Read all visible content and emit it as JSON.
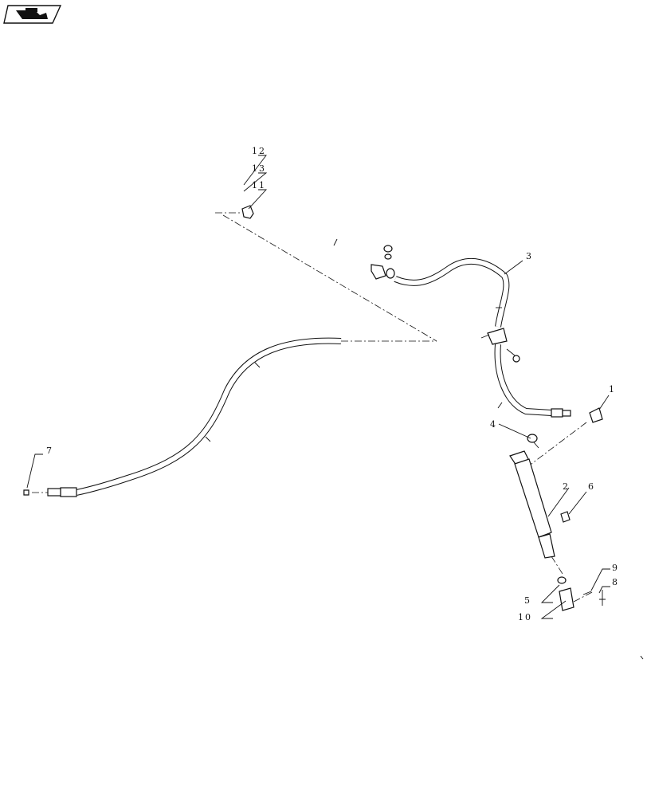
{
  "header": {
    "nav_icon": "next-page-arrow-icon"
  },
  "callouts": [
    {
      "id": "1",
      "label": "1"
    },
    {
      "id": "2",
      "label": "2"
    },
    {
      "id": "3",
      "label": "3"
    },
    {
      "id": "4",
      "label": "4"
    },
    {
      "id": "5",
      "label": "5"
    },
    {
      "id": "6",
      "label": "6"
    },
    {
      "id": "7",
      "label": "7"
    },
    {
      "id": "8",
      "label": "8"
    },
    {
      "id": "9",
      "label": "9"
    },
    {
      "id": "10",
      "label": "10"
    },
    {
      "id": "11",
      "label": "11"
    },
    {
      "id": "12",
      "label": "12"
    },
    {
      "id": "13",
      "label": "13"
    }
  ],
  "colors": {
    "ink": "#111111",
    "paper": "#ffffff"
  }
}
